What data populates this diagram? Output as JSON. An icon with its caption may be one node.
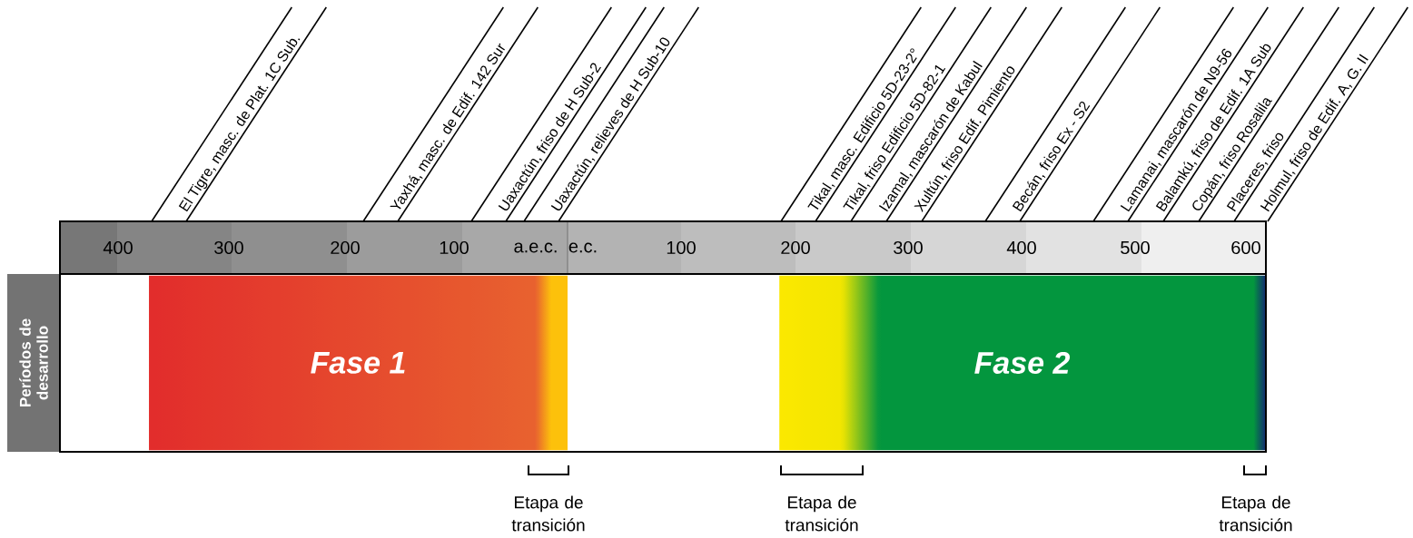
{
  "diagram": {
    "nodes": [
      {
        "text": [
          "El Tigre, masc. de Plat. 1C Sub."
        ]
      },
      {
        "text": [
          "Yaxhá, masc. de Edif. 142 Sur"
        ]
      },
      {
        "text": [
          "Uaxactún, friso de H Sub-2"
        ]
      },
      {
        "text": [
          "Uaxactún, relieves de H Sub-10"
        ]
      },
      {
        "text": [
          "Tikal, masc. Edificio 5D-23-2°"
        ]
      },
      {
        "text": [
          "Tikal, friso Edificio 5D-82-1"
        ]
      },
      {
        "text": [
          "Izamal, mascarón de Kabul"
        ]
      },
      {
        "text": [
          "Xultún, friso Edif. Pimiento"
        ]
      },
      {
        "text": [
          "Becán, friso Ex - S2"
        ]
      },
      {
        "text": [
          "Lamanai, mascarón de N9-56"
        ]
      },
      {
        "text": [
          "Balamkú, friso de Edif. 1A Sub"
        ]
      },
      {
        "text": [
          "Copán, friso Rosalila"
        ]
      },
      {
        "text": [
          "Placeres, friso"
        ]
      },
      {
        "text": [
          "Holmul, friso de Edif. A, G. II"
        ]
      },
      {
        "text": [
          "Períodos de desarrollo"
        ]
      },
      {
        "text": [],
        "shape": "bar"
      },
      {
        "text": [
          "Fase 1"
        ],
        "in": 15
      },
      {
        "text": [
          "Fase 2"
        ],
        "in": 15
      }
    ],
    "labels": [
      "400",
      "300",
      "200",
      "100",
      "a.e.c.",
      "e.c.",
      "100",
      "200",
      "300",
      "400",
      "500",
      "600",
      "Etapa de transición",
      "Etapa de transición",
      "Etapa de transición"
    ]
  }
}
